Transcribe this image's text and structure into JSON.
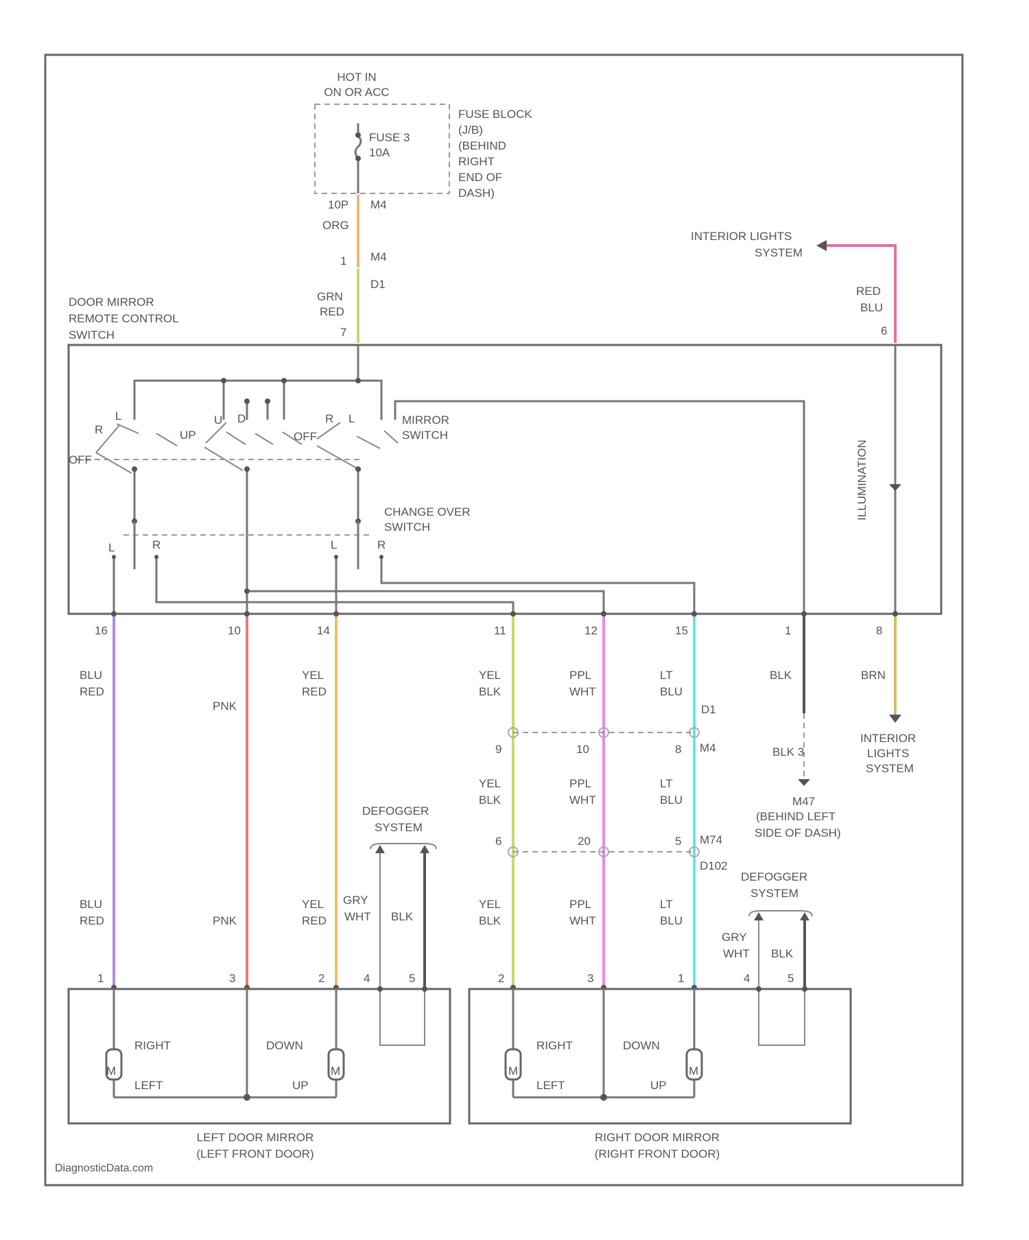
{
  "hot_in": [
    "HOT IN",
    "ON OR ACC"
  ],
  "fuse": [
    "FUSE 3",
    "10A"
  ],
  "fuse_block": [
    "FUSE BLOCK",
    "(J/B)",
    "(BEHIND",
    "RIGHT",
    "END OF",
    "DASH)"
  ],
  "fuse_conn": {
    "pin": "10P",
    "conn": "M4"
  },
  "feed": {
    "wire1": "ORG",
    "pin_a": "1",
    "conn_a": "M4",
    "conn_b": "D1",
    "wire2": [
      "GRN",
      "RED"
    ],
    "pin_b": "7"
  },
  "switch_title": [
    "DOOR MIRROR",
    "REMOTE CONTROL",
    "SWITCH"
  ],
  "mirror_switch": [
    "MIRROR",
    "SWITCH"
  ],
  "change_over": [
    "CHANGE OVER",
    "SWITCH"
  ],
  "switch_pos": [
    "R",
    "OFF",
    "L",
    "UP",
    "U",
    "D",
    "OFF",
    "R",
    "L",
    "OFF",
    "L",
    "OFF",
    "D"
  ],
  "change_pins": [
    "L",
    "R",
    "L",
    "R"
  ],
  "interior_top": [
    "INTERIOR LIGHTS",
    "SYSTEM"
  ],
  "interior_top_wire": [
    "RED",
    "BLU"
  ],
  "interior_top_pin": "6",
  "illum": "ILLUMINATION",
  "bottom_pins": [
    "16",
    "10",
    "14",
    "11",
    "12",
    "15",
    "1",
    "8"
  ],
  "wires_top": [
    [
      "BLU",
      "RED"
    ],
    [
      "PNK"
    ],
    [
      "YEL",
      "RED"
    ],
    [
      "YEL",
      "BLK"
    ],
    [
      "PPL",
      "WHT"
    ],
    [
      "LT",
      "BLU"
    ],
    [
      "BLK"
    ],
    [
      "BRN"
    ]
  ],
  "conn_d1": "D1",
  "conn_m4_pins": [
    "9",
    "10",
    "8"
  ],
  "conn_m4": "M4",
  "conn_m74_pins": [
    "6",
    "20",
    "5"
  ],
  "conn_m74": [
    "M74",
    "D102"
  ],
  "ground": [
    "BLK 3",
    "M47",
    "(BEHIND LEFT",
    "SIDE OF DASH)"
  ],
  "interior_bottom": [
    "INTERIOR",
    "LIGHTS",
    "SYSTEM"
  ],
  "defog_left": [
    "DEFOGGER",
    "SYSTEM"
  ],
  "defog_right": [
    "DEFOGGER",
    "SYSTEM"
  ],
  "defog_wires": [
    [
      "GRY",
      "WHT"
    ],
    [
      "BLK"
    ]
  ],
  "left_mirror_pins": [
    "1",
    "3",
    "2",
    "4",
    "5"
  ],
  "right_mirror_pins": [
    "2",
    "3",
    "1",
    "4",
    "5"
  ],
  "mirror_labels": {
    "right": "RIGHT",
    "left": "LEFT",
    "down": "DOWN",
    "up": "UP",
    "motor": "M"
  },
  "left_mirror": [
    "LEFT DOOR MIRROR",
    "(LEFT FRONT DOOR)"
  ],
  "right_mirror": [
    "RIGHT DOOR MIRROR",
    "(RIGHT FRONT DOOR)"
  ],
  "credit": "DiagnosticData.com",
  "colors": {
    "purple": "#b58ae6",
    "pink": "#f07878",
    "orange": "#f5b870",
    "olive": "#c6d86a",
    "violet": "#e58ae8",
    "cyan": "#5ee8ee",
    "dark": "#555555",
    "brown_yel": "#cfbd6a",
    "magenta": "#e070a8",
    "feed_org": "#f3b47a",
    "feed_grn": "#c5d86e"
  }
}
